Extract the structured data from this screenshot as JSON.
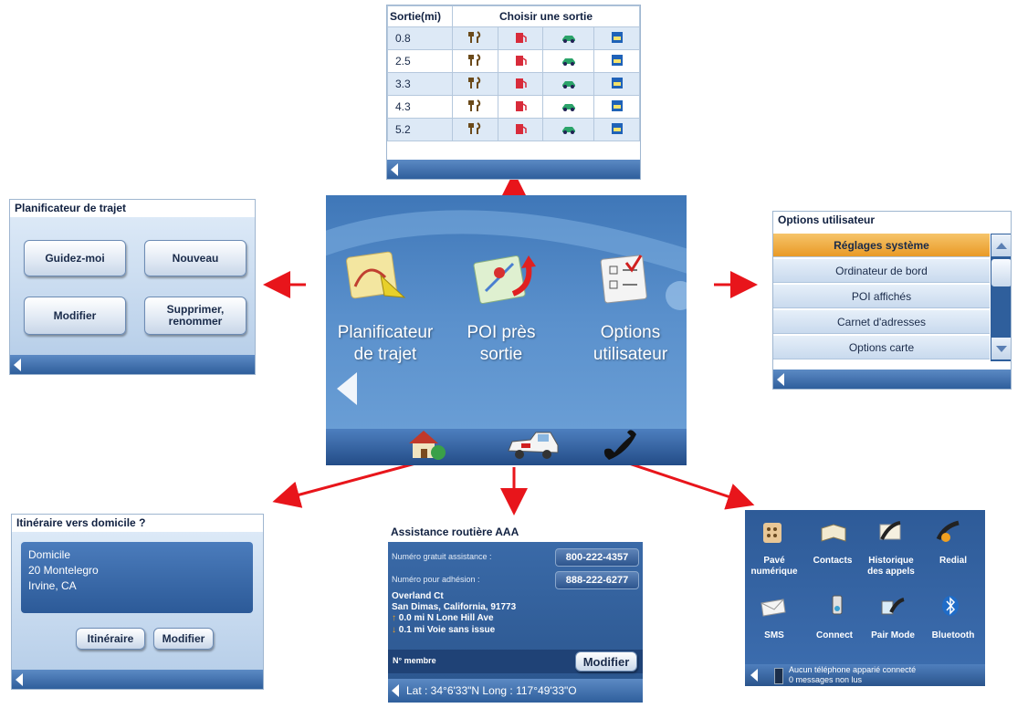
{
  "exits_panel": {
    "header_distance": "Sortie(mi)",
    "header_title": "Choisir une sortie",
    "rows": [
      {
        "distance": "0.8"
      },
      {
        "distance": "2.5"
      },
      {
        "distance": "3.3"
      },
      {
        "distance": "4.3"
      },
      {
        "distance": "5.2"
      }
    ],
    "icons": [
      "restaurant-icon",
      "gas-pump-icon",
      "car-icon",
      "lodging-icon"
    ]
  },
  "trip_planner_panel": {
    "title": "Planificateur de trajet",
    "guide_label": "Guidez-moi",
    "new_label": "Nouveau",
    "edit_label": "Modifier",
    "delete_label": "Supprimer, renommer"
  },
  "main_menu": {
    "trip_planner_label": "Planificateur de trajet",
    "poi_exit_label": "POI près sortie",
    "user_options_label": "Options utilisateur"
  },
  "user_options_panel": {
    "title": "Options utilisateur",
    "items": [
      {
        "label": "Réglages système"
      },
      {
        "label": "Ordinateur de bord"
      },
      {
        "label": "POI affichés"
      },
      {
        "label": "Carnet d'adresses"
      },
      {
        "label": "Options carte"
      }
    ]
  },
  "home_panel": {
    "title": "Itinéraire vers domicile ?",
    "address_name": "Domicile",
    "address_street": "20 Montelegro",
    "address_city": "Irvine, CA",
    "route_label": "Itinéraire",
    "edit_label": "Modifier"
  },
  "aaa_panel": {
    "title": "Assistance routière AAA",
    "assist_label": "Numéro gratuit assistance :",
    "assist_number": "800-222-4357",
    "member_label": "Numéro pour adhésion :",
    "member_number": "888-222-6277",
    "street": "Overland Ct",
    "city": "San Dimas, California, 91773",
    "dir1": "0.0 mi N Lone Hill Ave",
    "dir2": "0.1 mi Voie sans issue",
    "member_no_label": "N° membre",
    "edit_label": "Modifier",
    "coords": "Lat : 34°6'33\"N  Long : 117°49'33\"O"
  },
  "phone_panel": {
    "items": [
      {
        "label": "Pavé numérique"
      },
      {
        "label": "Contacts"
      },
      {
        "label": "Historique des appels"
      },
      {
        "label": "Redial"
      },
      {
        "label": "SMS"
      },
      {
        "label": "Connect"
      },
      {
        "label": "Pair Mode"
      },
      {
        "label": "Bluetooth"
      }
    ],
    "status_line1": "Aucun téléphone apparié connecté",
    "status_line2": "0 messages non lus"
  },
  "colors": {
    "arrow": "#e8151b",
    "panel_blue": "#2f5f9c",
    "highlight": "#e99a26"
  }
}
